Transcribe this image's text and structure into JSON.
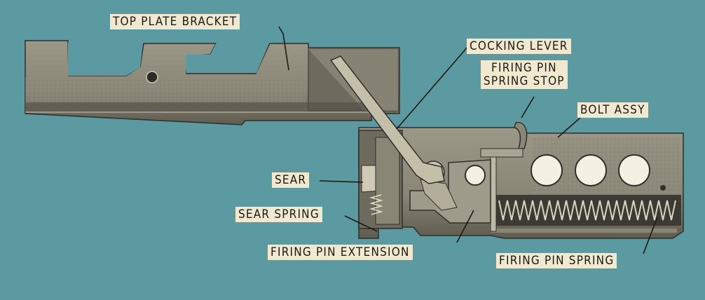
{
  "colors": {
    "background": "#5b9aa0",
    "label_bg": "#f1e9cf",
    "metal_light": "#a9a595",
    "metal_mid": "#7f7b6d",
    "metal_dark": "#3b3a33",
    "leader": "#1c1a14"
  },
  "labels": {
    "top_plate_bracket": "TOP PLATE BRACKET",
    "cocking_lever": "COCKING LEVER",
    "firing_pin_spring_stop": "FIRING PIN\nSPRING STOP",
    "bolt_assy": "BOLT ASSY",
    "sear": "SEAR",
    "sear_spring": "SEAR SPRING",
    "firing_pin_extension": "FIRING PIN EXTENSION",
    "firing_pin_spring": "FIRING PIN SPRING"
  }
}
